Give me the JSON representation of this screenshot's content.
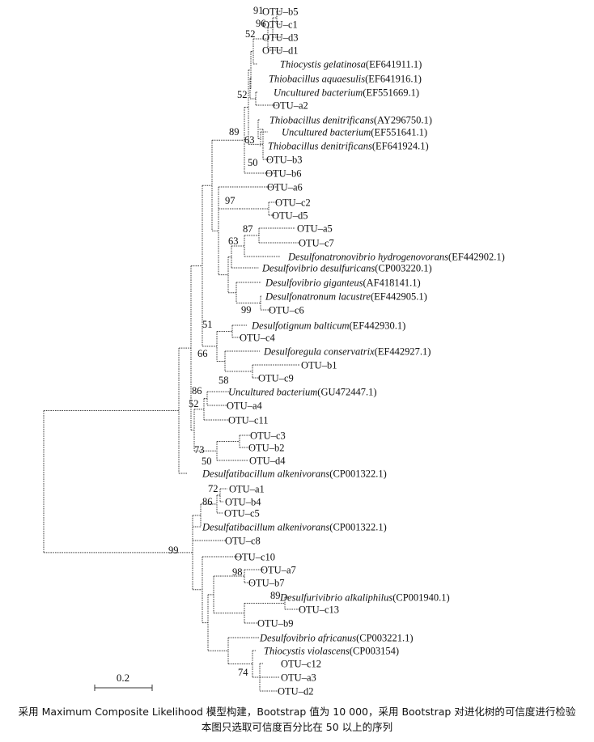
{
  "leaves": [
    {
      "italic": "",
      "plain": "OTU–b5"
    },
    {
      "italic": "",
      "plain": "OTU–c1"
    },
    {
      "italic": "",
      "plain": "OTU–d3"
    },
    {
      "italic": "",
      "plain": "OTU–d1"
    },
    {
      "italic": "Thiocystis gelatinosa",
      "plain": "(EF641911.1)"
    },
    {
      "italic": "Thiobacillus aquaesulis",
      "plain": "(EF641916.1)"
    },
    {
      "italic": "Uncultured bacterium",
      "plain": "(EF551669.1)"
    },
    {
      "italic": "",
      "plain": "OTU–a2"
    },
    {
      "italic": "Thiobacillus denitrificans",
      "plain": "(AY296750.1)"
    },
    {
      "italic": "Uncultured bacterium",
      "plain": "(EF551641.1)"
    },
    {
      "italic": "Thiobacillus denitrificans",
      "plain": "(EF641924.1)"
    },
    {
      "italic": "",
      "plain": "OTU–b3"
    },
    {
      "italic": "",
      "plain": "OTU–b6"
    },
    {
      "italic": "",
      "plain": "OTU–a6"
    },
    {
      "italic": "",
      "plain": "OTU–c2"
    },
    {
      "italic": "",
      "plain": "OTU–d5"
    },
    {
      "italic": "",
      "plain": "OTU–a5"
    },
    {
      "italic": "",
      "plain": "OTU–c7"
    },
    {
      "italic": "Desulfonatronovibrio hydrogenovorans",
      "plain": "(EF442902.1)"
    },
    {
      "italic": "Desulfovibrio desulfuricans",
      "plain": "(CP003220.1)"
    },
    {
      "italic": "Desulfovibrio giganteus",
      "plain": "(AF418141.1)"
    },
    {
      "italic": "Desulfonatronum lacustre",
      "plain": "(EF442905.1)"
    },
    {
      "italic": "",
      "plain": "OTU–c6"
    },
    {
      "italic": "Desulfotignum balticum",
      "plain": "(EF442930.1)"
    },
    {
      "italic": "",
      "plain": "OTU–c4"
    },
    {
      "italic": "Desulforegula conservatrix",
      "plain": "(EF442927.1)"
    },
    {
      "italic": "",
      "plain": "OTU–b1"
    },
    {
      "italic": "",
      "plain": "OTU–c9"
    },
    {
      "italic": "Uncultured bacterium",
      "plain": "(GU472447.1)"
    },
    {
      "italic": "",
      "plain": "OTU–a4"
    },
    {
      "italic": "",
      "plain": "OTU–c11"
    },
    {
      "italic": "",
      "plain": "OTU–c3"
    },
    {
      "italic": "",
      "plain": "OTU–b2"
    },
    {
      "italic": "",
      "plain": "OTU–d4"
    },
    {
      "italic": "Desulfatibacillum alkenivorans",
      "plain": "(CP001322.1)"
    },
    {
      "italic": "",
      "plain": "OTU–a1"
    },
    {
      "italic": "",
      "plain": "OTU–b4"
    },
    {
      "italic": "",
      "plain": "OTU–c5"
    },
    {
      "italic": "Desulfatibacillum alkenivorans",
      "plain": "(CP001322.1)"
    },
    {
      "italic": "",
      "plain": "OTU–c8"
    },
    {
      "italic": "",
      "plain": "OTU–c10"
    },
    {
      "italic": "",
      "plain": "OTU–a7"
    },
    {
      "italic": "",
      "plain": "OTU–b7"
    },
    {
      "italic": "Desulfurivibrio alkaliphilus",
      "plain": "(CP001940.1)"
    },
    {
      "italic": "",
      "plain": "OTU–c13"
    },
    {
      "italic": "",
      "plain": "OTU–b9"
    },
    {
      "italic": "Desulfovibrio africanus",
      "plain": "(CP003221.1)"
    },
    {
      "italic": "Thiocystis violascens",
      "plain": "(CP003154)"
    },
    {
      "italic": "",
      "plain": "OTU–c12"
    },
    {
      "italic": "",
      "plain": "OTU–a3"
    },
    {
      "italic": "",
      "plain": "OTU–d2"
    }
  ],
  "bootstrap_labels": [
    "91",
    "96",
    "52",
    "52",
    "89",
    "63",
    "50",
    "97",
    "87",
    "63",
    "99",
    "51",
    "66",
    "58",
    "86",
    "52",
    "73",
    "50",
    "72",
    "86",
    "99",
    "98",
    "89",
    "74"
  ],
  "scale_bar_label": "0.2",
  "caption": {
    "line1": "采用 Maximum Composite Likelihood 模型构建，Bootstrap 值为 10 000，采用 Bootstrap 对进化树的可信度进行检验",
    "line2": "本图只选取可信度百分比在 50 以上的序列"
  }
}
